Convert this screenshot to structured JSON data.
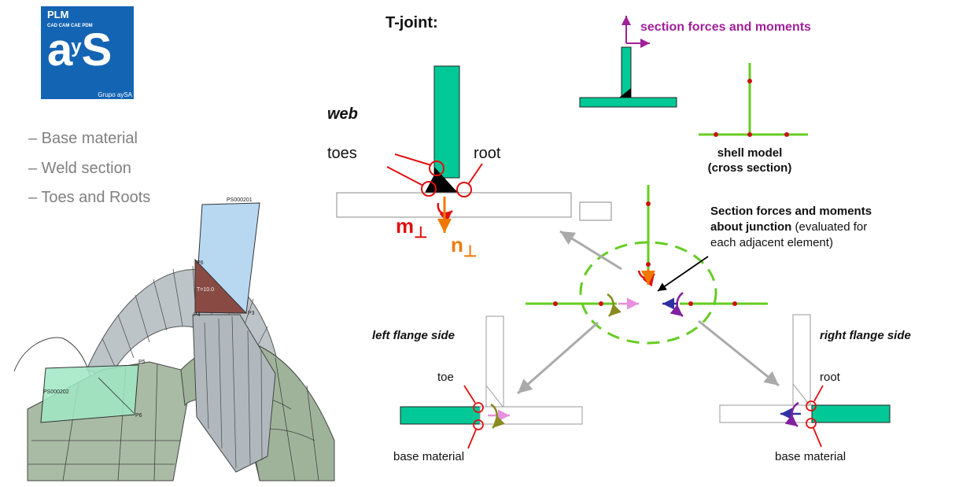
{
  "logo": {
    "plm": "PLM",
    "subtitle": "CAD CAM CAE PDM",
    "letters_left": "a",
    "letters_mid": "y",
    "letters_right": "S",
    "group": "Grupo aySA"
  },
  "bullets": [
    "– Base material",
    "– Weld section",
    "– Toes and Roots"
  ],
  "fe_model": {
    "panel_top_label": "PS000201",
    "panel_left_label": "PS000202",
    "labels": [
      "P6",
      "T=10.0",
      "P3",
      "P4",
      "P5",
      "P6"
    ]
  },
  "tjoint": {
    "title": "T-joint:",
    "web": "web",
    "toes": "toes",
    "root": "root",
    "m_letter": "m",
    "n_letter": "n",
    "perp": "⊥"
  },
  "legend": {
    "section_forces": "section forces and moments"
  },
  "shell": {
    "line1": "shell model",
    "line2": "(cross section)"
  },
  "junction": {
    "bold": "Section forces and moments",
    "bold2": "about junction",
    "rest": " (evaluated for",
    "line3": "each adjacent element)"
  },
  "left_side": {
    "title": "left flange side",
    "toe": "toe",
    "base": "base material"
  },
  "right_side": {
    "title": "right flange side",
    "root": "root",
    "base": "base material"
  },
  "colors": {
    "green_fill": "#00c896",
    "shell_green": "#66cc22",
    "magenta": "#a0209a",
    "red": "#e01010",
    "orange": "#f07800",
    "dot_red": "#cc1111"
  }
}
